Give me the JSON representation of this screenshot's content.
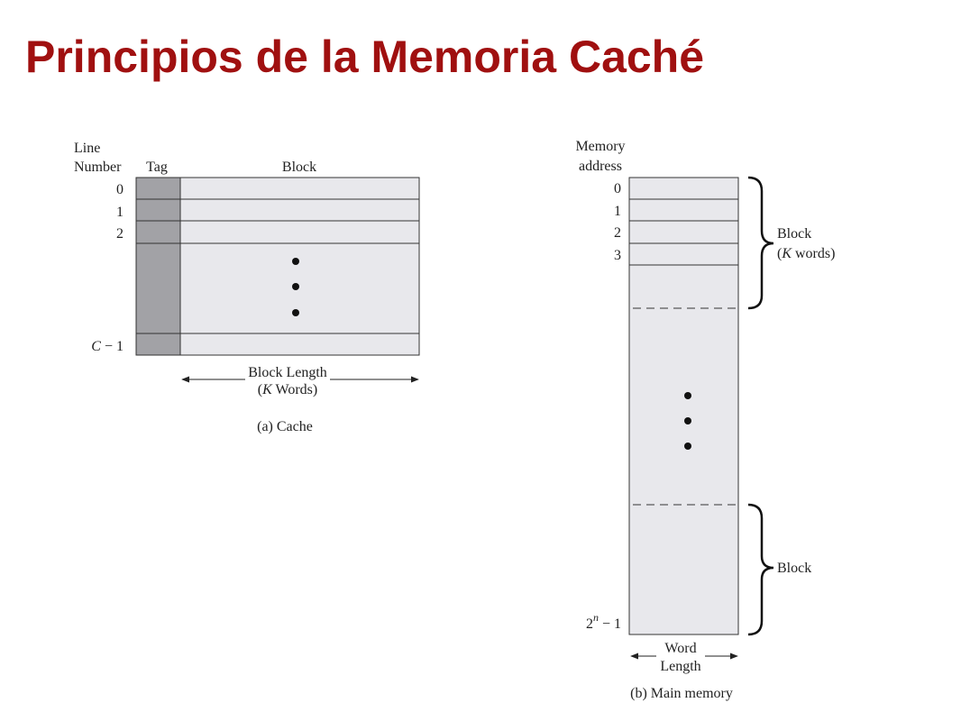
{
  "title": "Principios de la Memoria Caché",
  "cache": {
    "line_label_1": "Line",
    "line_label_2": "Number",
    "tag_header": "Tag",
    "block_header": "Block",
    "line_numbers": [
      "0",
      "1",
      "2"
    ],
    "last_line_var": "C",
    "last_line_rest": " − 1",
    "block_length_1": "Block Length",
    "block_length_2_var": "K",
    "block_length_2_rest": " Words)",
    "caption": "(a) Cache"
  },
  "memory": {
    "header_1": "Memory",
    "header_2": "address",
    "addresses": [
      "0",
      "1",
      "2",
      "3"
    ],
    "last_address_base": "2",
    "last_address_exp": "n",
    "last_address_rest": " − 1",
    "block_label_1": "Block",
    "block_label_2_var": "K",
    "block_label_2_rest": " words)",
    "block_label_lower": "Block",
    "word_length_1": "Word",
    "word_length_2": "Length",
    "caption": "(b) Main memory"
  },
  "colors": {
    "title": "#a01010",
    "tag_fill": "#a2a2a6",
    "block_fill": "#e8e8ec"
  }
}
